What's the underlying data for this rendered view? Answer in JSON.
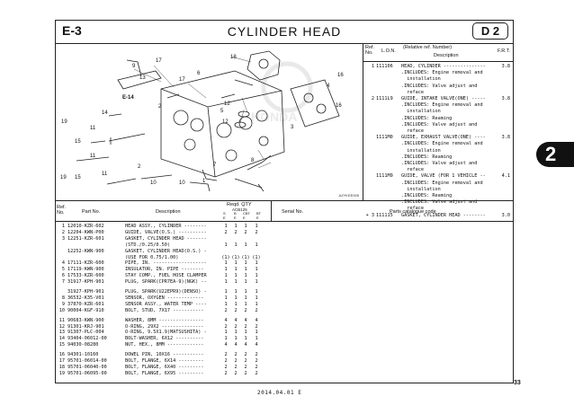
{
  "header": {
    "section": "E-3",
    "title": "CYLINDER HEAD",
    "badge": "D 2"
  },
  "diagram": {
    "code": "AZYKEE005",
    "e14": "E-14",
    "callouts": [
      "9",
      "17",
      "18",
      "13",
      "17",
      "6",
      "16",
      "4",
      "16",
      "2",
      "5",
      "12",
      "14",
      "3",
      "19",
      "11",
      "15",
      "12",
      "7",
      "11",
      "8",
      "2",
      "10",
      "10",
      "19",
      "15",
      "11",
      "1"
    ]
  },
  "ref_panel": {
    "headers": {
      "ref": "Ref.\nNo.",
      "lon": "L.O.N.",
      "relative": "(Relative ref. Number)",
      "description": "Description",
      "frt": "F.R.T."
    },
    "rows": [
      {
        "ref": "1",
        "pn": "111106",
        "desc": "HEAD, CYLINDER ---------------",
        "frt": "3.8",
        "includes": [
          ".INCLUDES: Engine removal and",
          "  installation",
          ".INCLUDES: Valve adjust and",
          "  reface"
        ]
      },
      {
        "ref": "2",
        "pn": "1111L9",
        "desc": "GUIDE, INTAKE VALVE(ONE) -----",
        "frt": "3.8",
        "includes": [
          ".INCLUDES: Engine removal and",
          "  installation",
          ".INCLUDES: Reaming",
          ".INCLUDES: Valve adjust and",
          "  reface"
        ]
      },
      {
        "ref": "",
        "pn": "1111M0",
        "desc": "GUIDE, EXHAUST VALVE(ONE) ----",
        "frt": "3.8",
        "includes": [
          ".INCLUDES: Engine removal and",
          "  installation",
          ".INCLUDES: Reaming",
          ".INCLUDES: Valve adjust and",
          "  reface"
        ]
      },
      {
        "ref": "",
        "pn": "1111M9",
        "desc": "GUIDE, VALVE (FOR 1 VEHICLE --",
        "frt": "4.1",
        "includes": [
          ".INCLUDES: Engine removal and",
          "  installation",
          ".INCLUDES: Reaming",
          ".INCLUDES: Valve adjust and",
          "  reface"
        ]
      },
      {
        "ref": "+ 3",
        "pn": "111115",
        "desc": "GASKET, CYLINDER HEAD --------",
        "frt": "3.0",
        "includes": []
      }
    ]
  },
  "parts_header": {
    "ref": "Ref.\nNo.",
    "part_no": "Part No.",
    "description": "Description",
    "reqd_qty": "Reqd. QTY",
    "model": "ACB125",
    "cols": [
      "S\nE",
      "B\nE",
      "CBT\nE",
      "BT\nE"
    ],
    "serial": "Serial No.",
    "catalogue": "Parts catalogue code"
  },
  "parts": [
    {
      "ref": "1",
      "pn": "12010-KZR-602",
      "desc": "HEAD ASSY., CYLINDER --------",
      "q": [
        "1",
        "1",
        "1",
        "1"
      ]
    },
    {
      "ref": "2",
      "pn": "12204-KWN-P00",
      "desc": "GUIDE, VALVE(O.S.) ----------",
      "q": [
        "2",
        "2",
        "2",
        "2"
      ]
    },
    {
      "ref": "3",
      "pn": "12251-KZR-601",
      "desc": "GASKET, CYLINDER HEAD -------",
      "q": [
        "",
        "",
        "",
        ""
      ]
    },
    {
      "ref": "",
      "pn": "",
      "desc": "(STD./0.25/0.50)",
      "q": [
        "1",
        "1",
        "1",
        "1"
      ]
    },
    {
      "ref": "",
      "pn": "12252-KWN-900",
      "desc": "GASKET, CYLINDER HEAD(O.S.) -",
      "q": [
        "",
        "",
        "",
        ""
      ]
    },
    {
      "ref": "",
      "pn": "",
      "desc": "(USE FOR 0.75/1.00)",
      "q": [
        "(1)",
        "(1)",
        "(1)",
        "(1)"
      ]
    },
    {
      "ref": "4",
      "pn": "17111-KZR-600",
      "desc": "PIPE, IN. -------------------",
      "q": [
        "1",
        "1",
        "1",
        "1"
      ]
    },
    {
      "ref": "5",
      "pn": "17119-KWN-900",
      "desc": "INSULATOR, IN. PIPE --------",
      "q": [
        "1",
        "1",
        "1",
        "1"
      ]
    },
    {
      "ref": "6",
      "pn": "17533-KZR-600",
      "desc": "STAY COMP., FUEL HOSE CLAMPER",
      "q": [
        "1",
        "1",
        "1",
        "1"
      ]
    },
    {
      "ref": "7",
      "pn": "31917-KPH-901",
      "desc": "PLUG, SPARK(CPR7EA-9)(NGK) --",
      "q": [
        "1",
        "1",
        "1",
        "1"
      ]
    },
    {
      "ref": "",
      "pn": "31927-KPH-901",
      "desc": "PLUG, SPARK(U22EPR9)(DENSO) -",
      "q": [
        "1",
        "1",
        "1",
        "1"
      ]
    },
    {
      "ref": "8",
      "pn": "36532-K35-V01",
      "desc": "SENSOR, OXYGEN -------------",
      "q": [
        "1",
        "1",
        "1",
        "1"
      ]
    },
    {
      "ref": "9",
      "pn": "37870-KZR-601",
      "desc": "SENSOR ASSY., WATER TEMP ----",
      "q": [
        "1",
        "1",
        "1",
        "1"
      ]
    },
    {
      "ref": "10",
      "pn": "90004-KGF-910",
      "desc": "BOLT, STUD, 7X17 -----------",
      "q": [
        "2",
        "2",
        "2",
        "2"
      ]
    },
    {
      "ref": "11",
      "pn": "90683-KWN-900",
      "desc": "WASHER, 8MM ----------------",
      "q": [
        "4",
        "4",
        "4",
        "4"
      ]
    },
    {
      "ref": "12",
      "pn": "91301-KRJ-901",
      "desc": "O-RING, 29X2 ---------------",
      "q": [
        "2",
        "2",
        "2",
        "2"
      ]
    },
    {
      "ref": "13",
      "pn": "91307-PLC-004",
      "desc": "O-RING, 9.5X1.9(MATSUSHITA) -",
      "q": [
        "1",
        "1",
        "1",
        "1"
      ]
    },
    {
      "ref": "14",
      "pn": "93404-06012-00",
      "desc": "BOLT-WASHER, 6X12 ----------",
      "q": [
        "1",
        "1",
        "1",
        "1"
      ]
    },
    {
      "ref": "15",
      "pn": "94030-08280",
      "desc": "NUT, HEX., 8MM -------------",
      "q": [
        "4",
        "4",
        "4",
        "4"
      ]
    },
    {
      "ref": "16",
      "pn": "94301-10160",
      "desc": "DOWEL PIN, 10X16 -----------",
      "q": [
        "2",
        "2",
        "2",
        "2"
      ]
    },
    {
      "ref": "17",
      "pn": "95701-06014-00",
      "desc": "BOLT, FLANGE, 6X14 ---------",
      "q": [
        "2",
        "2",
        "2",
        "2"
      ]
    },
    {
      "ref": "18",
      "pn": "95701-06040-00",
      "desc": "BOLT, FLANGE, 6X40 ---------",
      "q": [
        "2",
        "2",
        "2",
        "2"
      ]
    },
    {
      "ref": "19",
      "pn": "95701-06095-00",
      "desc": "BOLT, FLANGE, 6X95 ---------",
      "q": [
        "2",
        "2",
        "2",
        "2"
      ]
    }
  ],
  "side_tab": "2",
  "page_number": "33",
  "footer": "2014.04.01    E"
}
